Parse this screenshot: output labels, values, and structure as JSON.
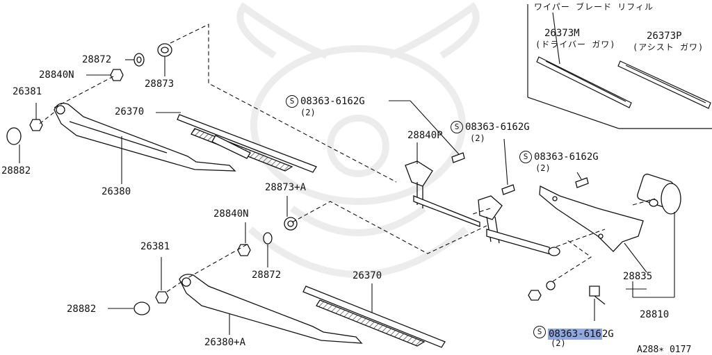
{
  "diagram": {
    "refill_title": "ワイパー ブレード リフィル",
    "refill_driver": {
      "part": "26373M",
      "note": "(ドライバー ガワ)"
    },
    "refill_assist": {
      "part": "26373P",
      "note": "(アシスト ガワ)"
    },
    "parts_upper": {
      "p28872": "28872",
      "p28840n": "28840N",
      "p26381": "26381",
      "p28882": "28882",
      "p28873": "28873",
      "p26370": "26370",
      "p26380": "26380"
    },
    "bolts": {
      "b1": {
        "part": "08363-6162G",
        "qty": "(2)"
      },
      "b2": {
        "part": "08363-6162G",
        "qty": "(2)"
      },
      "b3": {
        "part": "08363-6162G",
        "qty": "(2)"
      },
      "b4": {
        "part": "08363-616",
        "part_tail": "2G",
        "qty": "(2)"
      },
      "symbol": "S"
    },
    "parts_mid": {
      "p28840p": "28840P",
      "p28873a": "28873+A",
      "p28840n2": "28840N",
      "p28872b": "28872",
      "p26381b": "26381",
      "p28882b": "28882",
      "p26370b": "26370",
      "p26380a": "26380+A",
      "p28835": "28835",
      "p28810": "28810"
    },
    "figure_id": "A288∗ 0177"
  }
}
